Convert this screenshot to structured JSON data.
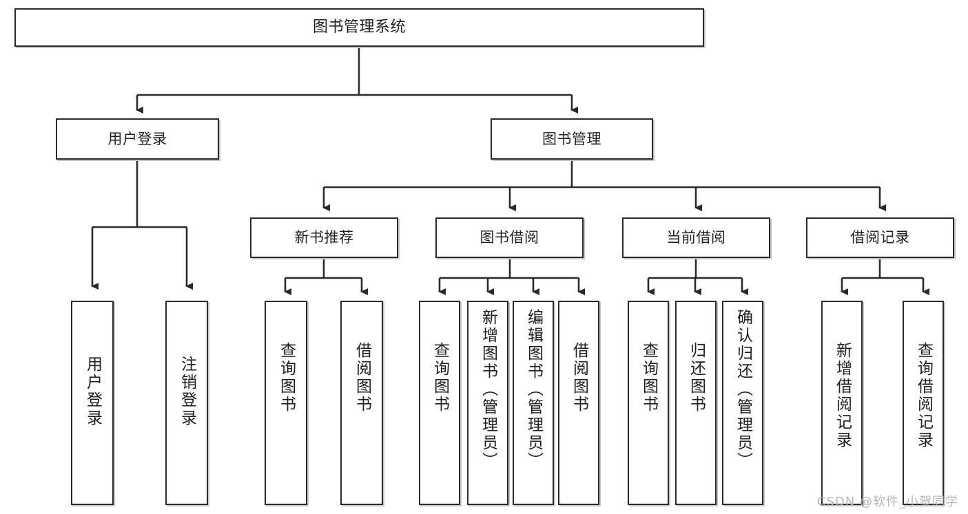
{
  "diagram": {
    "title": "图书管理系统",
    "watermark": "CSDN @软件_小贺同学",
    "colors": {
      "box_border": "#2b2b2b",
      "box_fill": "#ffffff",
      "connector": "#2b2b2b",
      "watermark": "#b8b8b8",
      "background": "#ffffff"
    },
    "root": {
      "label": "图书管理系统"
    },
    "level2": [
      {
        "id": "user-login",
        "label": "用户登录"
      },
      {
        "id": "book-manage",
        "label": "图书管理"
      }
    ],
    "level3": [
      {
        "id": "new-book-recommend",
        "label": "新书推荐"
      },
      {
        "id": "book-borrow",
        "label": "图书借阅"
      },
      {
        "id": "current-borrow",
        "label": "当前借阅"
      },
      {
        "id": "borrow-record",
        "label": "借阅记录"
      }
    ],
    "leaves": {
      "user_login": [
        {
          "id": "leaf-user-login",
          "label": "用户登录"
        },
        {
          "id": "leaf-logout-login",
          "label": "注销登录"
        }
      ],
      "new_book_recommend": [
        {
          "id": "leaf-query-book-1",
          "label": "查询图书"
        },
        {
          "id": "leaf-borrow-book-1",
          "label": "借阅图书"
        }
      ],
      "book_borrow": [
        {
          "id": "leaf-query-book-2",
          "label": "查询图书"
        },
        {
          "id": "leaf-add-book",
          "label": "新增图书（管理员）"
        },
        {
          "id": "leaf-edit-book",
          "label": "编辑图书（管理员）"
        },
        {
          "id": "leaf-borrow-book-2",
          "label": "借阅图书"
        }
      ],
      "current_borrow": [
        {
          "id": "leaf-query-book-3",
          "label": "查询图书"
        },
        {
          "id": "leaf-return-book",
          "label": "归还图书"
        },
        {
          "id": "leaf-confirm-return",
          "label": "确认归还（管理员）"
        }
      ],
      "borrow_record": [
        {
          "id": "leaf-add-record",
          "label": "新增借阅记录"
        },
        {
          "id": "leaf-query-record",
          "label": "查询借阅记录"
        }
      ]
    }
  }
}
